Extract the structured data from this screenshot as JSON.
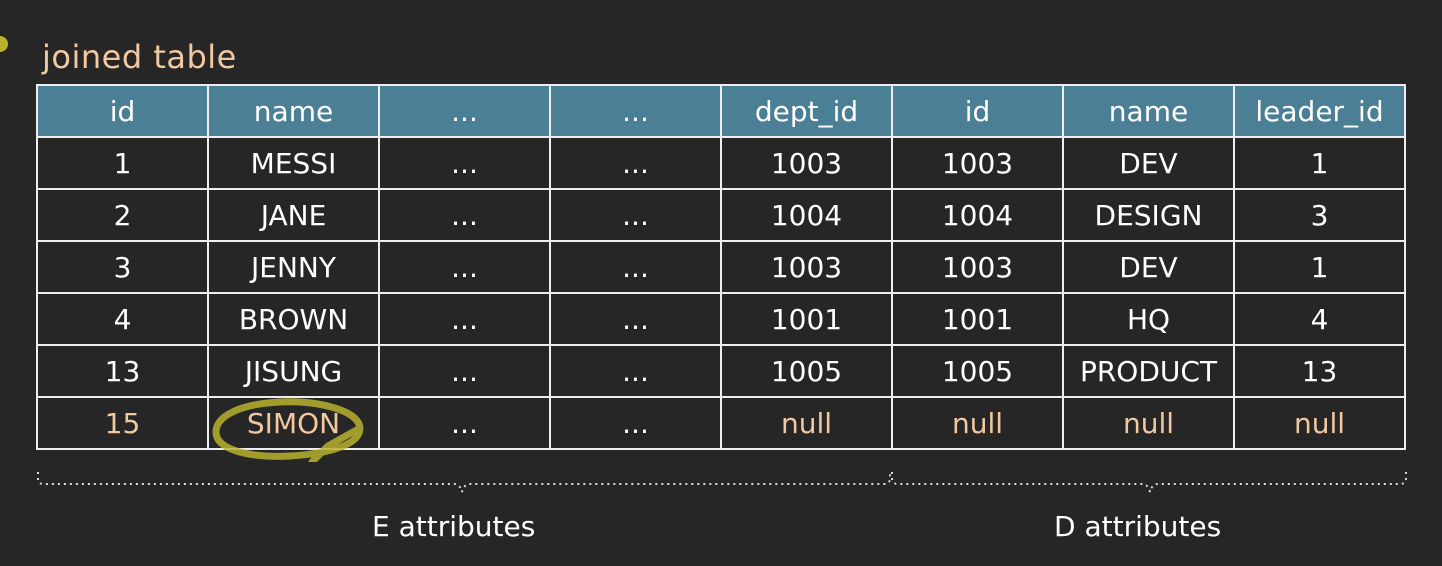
{
  "title": "joined table",
  "table": {
    "headers": [
      "id",
      "name",
      "...",
      "...",
      "dept_id",
      "id",
      "name",
      "leader_id"
    ],
    "rows": [
      [
        "1",
        "MESSI",
        "...",
        "...",
        "1003",
        "1003",
        "DEV",
        "1"
      ],
      [
        "2",
        "JANE",
        "...",
        "...",
        "1004",
        "1004",
        "DESIGN",
        "3"
      ],
      [
        "3",
        "JENNY",
        "...",
        "...",
        "1003",
        "1003",
        "DEV",
        "1"
      ],
      [
        "4",
        "BROWN",
        "...",
        "...",
        "1001",
        "1001",
        "HQ",
        "4"
      ],
      [
        "13",
        "JISUNG",
        "...",
        "...",
        "1005",
        "1005",
        "PRODUCT",
        "13"
      ],
      [
        "15",
        "SIMON",
        "...",
        "...",
        "null",
        "null",
        "null",
        "null"
      ]
    ]
  },
  "groups": {
    "e_label": "E attributes",
    "d_label": "D attributes"
  },
  "colors": {
    "background": "#262626",
    "header": "#4b7f95",
    "highlight_text": "#f2c8a0",
    "annotation": "#b8b22f"
  }
}
